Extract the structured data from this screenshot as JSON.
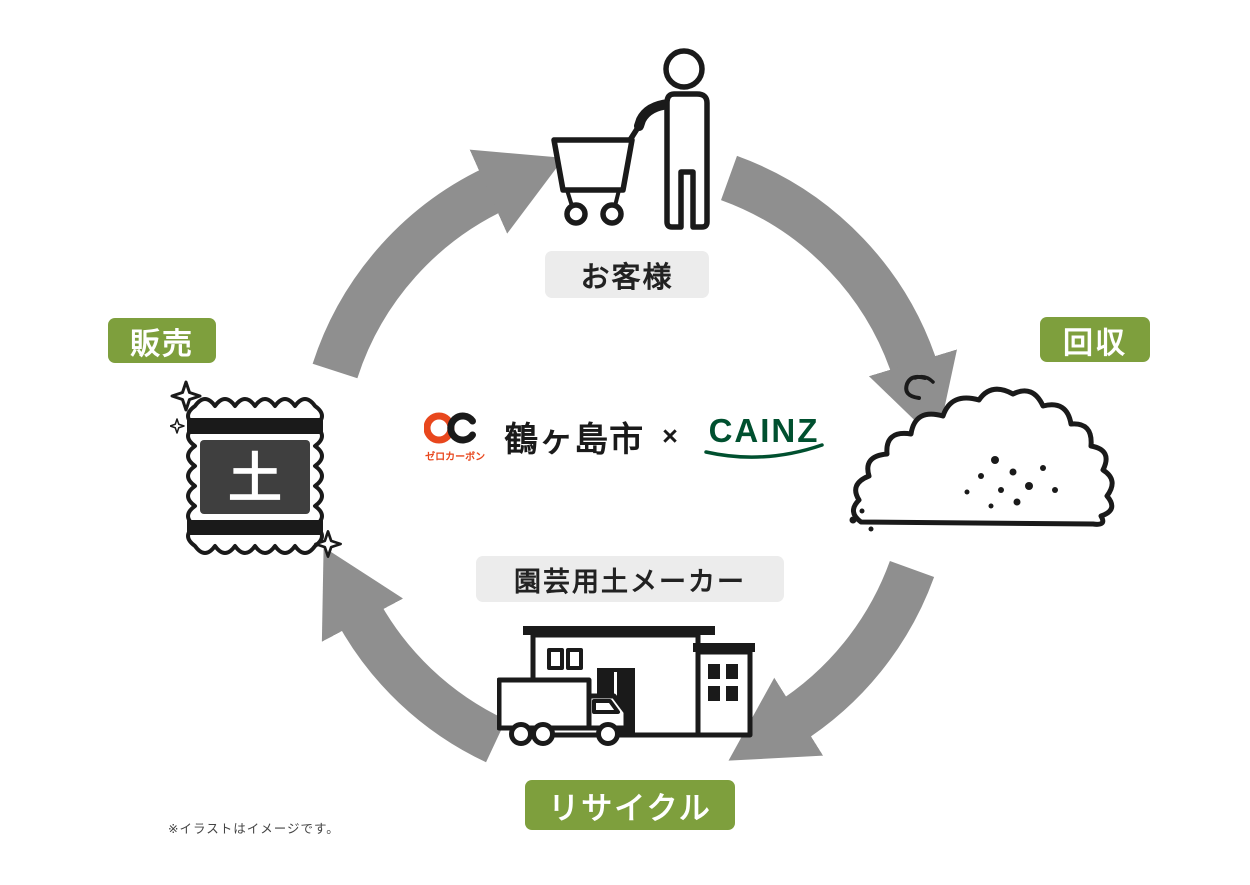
{
  "diagram": {
    "labels": {
      "sales": "販売",
      "customer": "お客様",
      "collection": "回収",
      "maker": "園芸用土メーカー",
      "recycle": "リサイクル"
    },
    "center": {
      "zerocarbon": "ゼロカーボン",
      "city": "鶴ヶ島市",
      "multiply": "×",
      "brand": "CAINZ"
    },
    "bag_label": "土",
    "footnote": "※イラストはイメージです。",
    "flow": [
      "販売",
      "お客様",
      "回収",
      "リサイクル"
    ],
    "colors": {
      "accent_green": "#7e9f3d",
      "arrow_gray": "#8f8f8f",
      "label_gray_bg": "#ececec",
      "cainz_green": "#00502f",
      "zerocarbon_orange": "#e8471d",
      "ink": "#1a1a1a"
    },
    "icons": [
      "customer-cart-icon",
      "soil-pile-icon",
      "factory-truck-icon",
      "soil-bag-icon",
      "cycle-arrow-icon",
      "sparkle-icon",
      "zero-carbon-logo",
      "cainz-logo"
    ]
  }
}
